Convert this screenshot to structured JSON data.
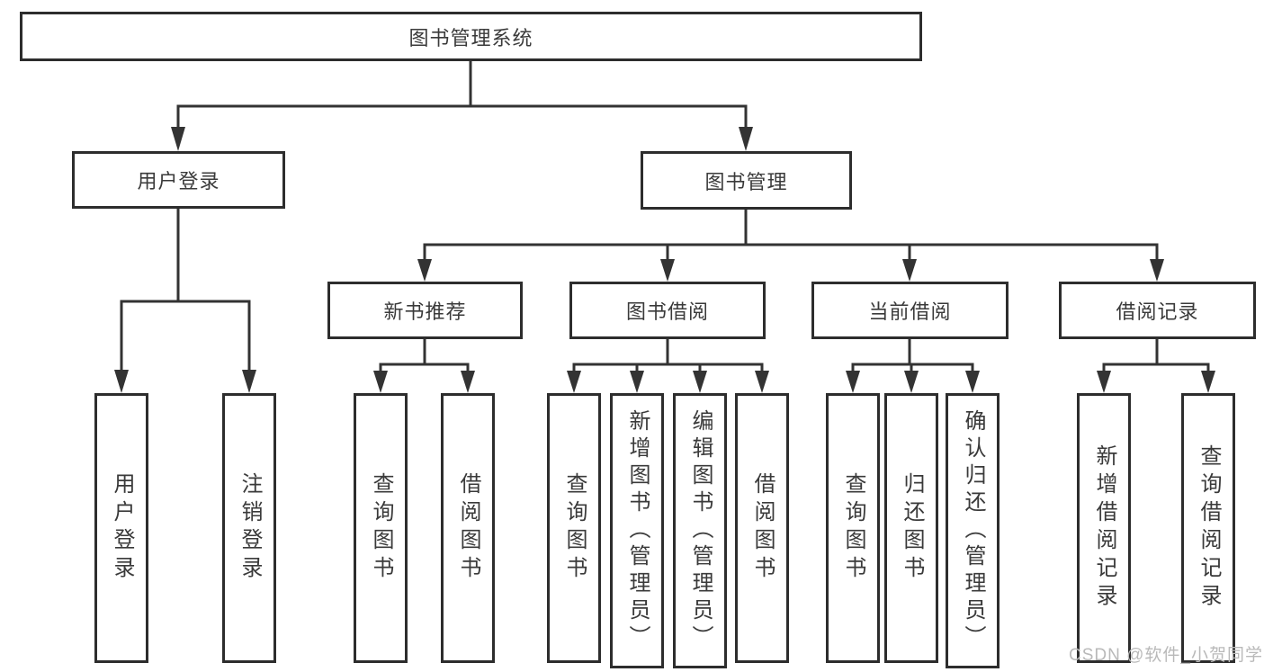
{
  "colors": {
    "background": "#ffffff",
    "line": "#333333",
    "box_border": "#2d2d2d",
    "text": "#3a3a3a",
    "watermark": "#b9b9b9"
  },
  "diagram": {
    "root": "图书管理系统",
    "user_login": {
      "label": "用户登录",
      "children": [
        "用户登录",
        "注销登录"
      ]
    },
    "book_mgmt": {
      "label": "图书管理",
      "children": [
        {
          "label": "新书推荐",
          "children": [
            "查询图书",
            "借阅图书"
          ]
        },
        {
          "label": "图书借阅",
          "children": [
            "查询图书",
            "新增图书（管理员）",
            "编辑图书（管理员）",
            "借阅图书"
          ]
        },
        {
          "label": "当前借阅",
          "children": [
            "查询图书",
            "归还图书",
            "确认归还（管理员）"
          ]
        },
        {
          "label": "借阅记录",
          "children": [
            "新增借阅记录",
            "查询借阅记录"
          ]
        }
      ]
    }
  },
  "watermark": {
    "text": "CSDN @软件_小贺同学"
  }
}
